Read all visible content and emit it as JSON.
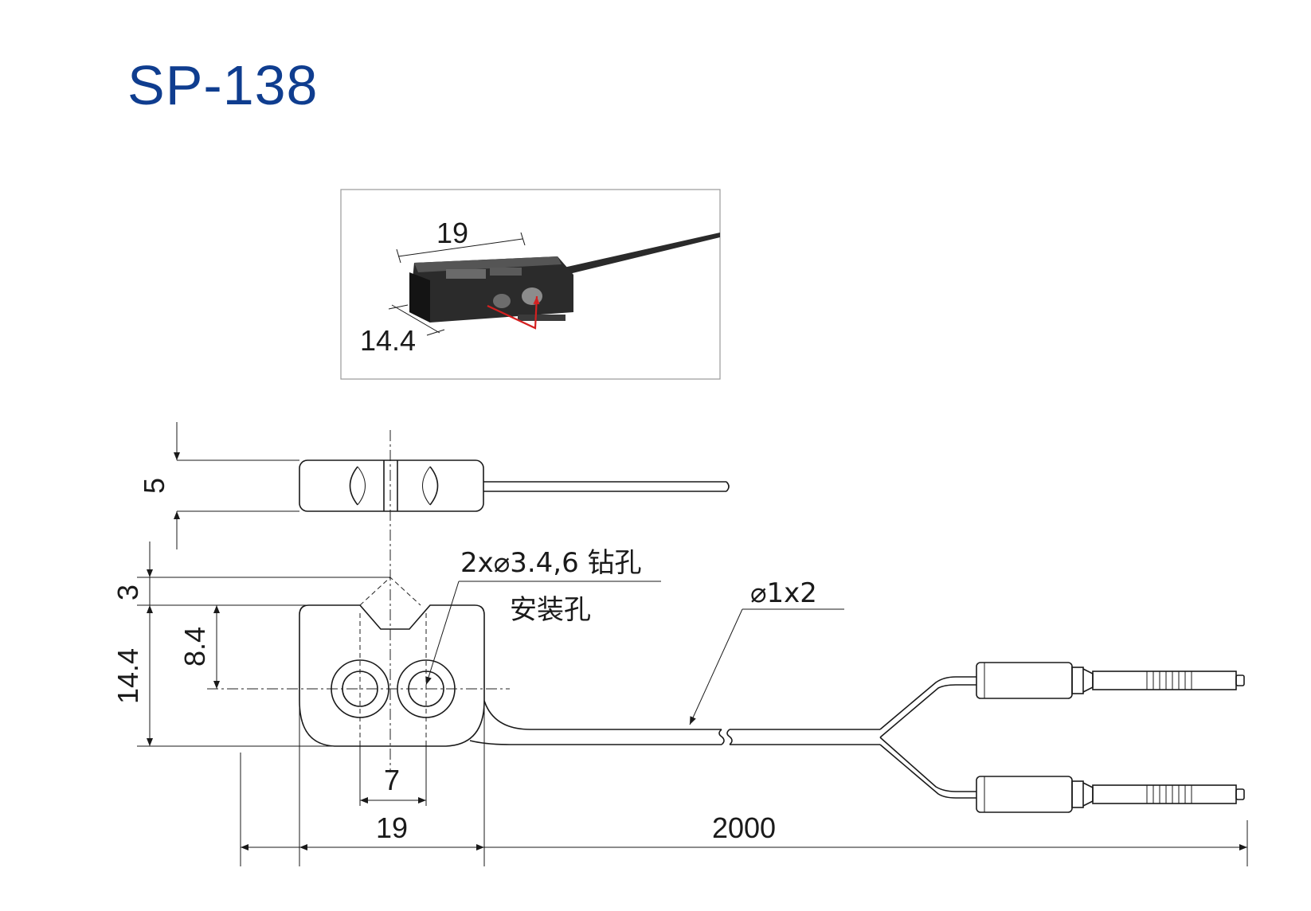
{
  "title": "SP-138",
  "colors": {
    "title": "#0f3d8f",
    "line": "#1a1a1a",
    "sensing_arrow": "#d42020",
    "photo_frame": "#9a9a9a"
  },
  "photo": {
    "dim_length": "19",
    "dim_width": "14.4"
  },
  "side_view": {
    "dim_height": "5"
  },
  "top_view": {
    "dim_notch": "3",
    "dim_total_height": "14.4",
    "dim_hole_offset": "8.4",
    "dim_hole_spacing": "7",
    "dim_body_width": "19",
    "dim_cable_length": "2000",
    "note_hole_spec": "2x⌀3.4,6 钻孔",
    "note_hole_name": "安装孔",
    "note_cable": "⌀1x2"
  }
}
